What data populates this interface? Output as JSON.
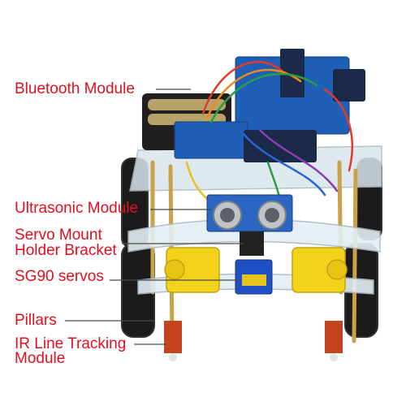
{
  "labels": {
    "bluetooth": "Bluetooth Module",
    "ultrasonic": "Ultrasonic Module",
    "servo_mount_line1": "Servo Mount",
    "servo_mount_line2": "Holder Bracket",
    "sg90": "SG90 servos",
    "pillars": "Pillars",
    "ir_line1": "IR Line Tracking",
    "ir_line2": "Module"
  },
  "colors": {
    "label_text": "#e30f1e",
    "leader_line": "#4a4a4a",
    "acrylic": "#d8e6ec",
    "brass_pillar": "#c9a24a",
    "tire": "#1b1b1b",
    "motor": "#f2d21b",
    "pcb_blue": "#1f5fb8",
    "pcb_dark": "#1c2a4a"
  }
}
